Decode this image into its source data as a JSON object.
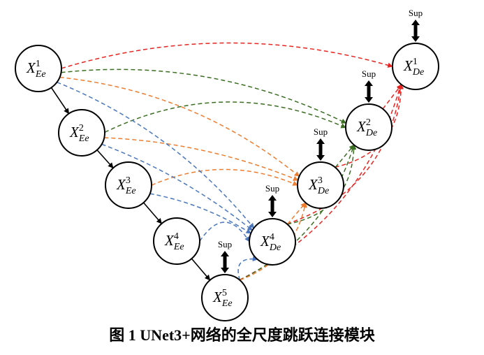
{
  "caption": "图 1    UNet3+网络的全尺度跳跃连接模块",
  "sup_label": "Sup",
  "colors": {
    "red": "#e8231f",
    "green": "#3b6e22",
    "orange": "#ed7d31",
    "blue": "#4a77bd",
    "black": "#000000"
  },
  "encoders": [
    {
      "id": "e1",
      "base": "X",
      "sub": "Ee",
      "sup": "1"
    },
    {
      "id": "e2",
      "base": "X",
      "sub": "Ee",
      "sup": "2"
    },
    {
      "id": "e3",
      "base": "X",
      "sub": "Ee",
      "sup": "3"
    },
    {
      "id": "e4",
      "base": "X",
      "sub": "Ee",
      "sup": "4"
    },
    {
      "id": "e5",
      "base": "X",
      "sub": "Ee",
      "sup": "5"
    }
  ],
  "decoders": [
    {
      "id": "d1",
      "base": "X",
      "sub": "De",
      "sup": "1"
    },
    {
      "id": "d2",
      "base": "X",
      "sub": "De",
      "sup": "2"
    },
    {
      "id": "d3",
      "base": "X",
      "sub": "De",
      "sup": "3"
    },
    {
      "id": "d4",
      "base": "X",
      "sub": "De",
      "sup": "4"
    }
  ],
  "connections": [
    {
      "from": "e1",
      "to": "e2",
      "color": "black",
      "style": "solid"
    },
    {
      "from": "e2",
      "to": "e3",
      "color": "black",
      "style": "solid"
    },
    {
      "from": "e3",
      "to": "e4",
      "color": "black",
      "style": "solid"
    },
    {
      "from": "e4",
      "to": "e5",
      "color": "black",
      "style": "solid"
    },
    {
      "from": "e1",
      "to": "d1",
      "color": "red",
      "style": "dashed"
    },
    {
      "from": "d2",
      "to": "d1",
      "color": "red",
      "style": "dashed"
    },
    {
      "from": "d3",
      "to": "d1",
      "color": "red",
      "style": "dashed"
    },
    {
      "from": "d4",
      "to": "d1",
      "color": "red",
      "style": "dashed"
    },
    {
      "from": "e5",
      "to": "d1",
      "color": "red",
      "style": "dashed"
    },
    {
      "from": "e1",
      "to": "d2",
      "color": "green",
      "style": "dashed"
    },
    {
      "from": "e2",
      "to": "d2",
      "color": "green",
      "style": "dashed"
    },
    {
      "from": "d3",
      "to": "d2",
      "color": "green",
      "style": "dashed"
    },
    {
      "from": "d4",
      "to": "d2",
      "color": "green",
      "style": "dashed"
    },
    {
      "from": "e5",
      "to": "d2",
      "color": "green",
      "style": "dashed"
    },
    {
      "from": "e1",
      "to": "d3",
      "color": "orange",
      "style": "dashed"
    },
    {
      "from": "e2",
      "to": "d3",
      "color": "orange",
      "style": "dashed"
    },
    {
      "from": "e3",
      "to": "d3",
      "color": "orange",
      "style": "dashed"
    },
    {
      "from": "d4",
      "to": "d3",
      "color": "orange",
      "style": "dashed"
    },
    {
      "from": "e5",
      "to": "d3",
      "color": "orange",
      "style": "dashed"
    },
    {
      "from": "e1",
      "to": "d4",
      "color": "blue",
      "style": "dashed"
    },
    {
      "from": "e2",
      "to": "d4",
      "color": "blue",
      "style": "dashed"
    },
    {
      "from": "e3",
      "to": "d4",
      "color": "blue",
      "style": "dashed"
    },
    {
      "from": "e4",
      "to": "d4",
      "color": "blue",
      "style": "dashed"
    },
    {
      "from": "e5",
      "to": "d4",
      "color": "blue",
      "style": "dashed"
    }
  ],
  "supervised": [
    "d1",
    "d2",
    "d3",
    "d4",
    "e5"
  ]
}
